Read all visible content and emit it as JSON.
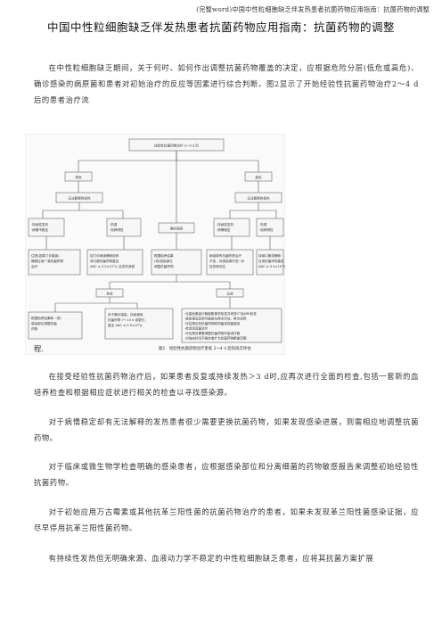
{
  "running_head": "(完整word)中国中性粒细胞缺乏伴发热患者抗菌药物应用指南：抗菌药物的调整",
  "title": "中国中性粒细胞缺乏伴发热患者抗菌药物应用指南：抗菌药物的调整",
  "intro": "在中性粒细胞缺乏期间，关于何时、如何作出调整抗菌药物覆盖的决定，应根据危险分层(低危或高危)、确诊感染的病原菌和患者对初始治疗的反应等因素进行综合判断。图2显示了开始经验性抗菌药物治疗2～4 d后的患者治疗流",
  "intro_tail": "程.",
  "figure": {
    "caption_label": "图2",
    "caption_text": "经验性抗菌药物治疗患者 2～4 d 后的再次评估",
    "top": "经验性抗菌药物治疗 2～4 d 后",
    "low_risk": "低危",
    "high_risk": "高危",
    "low_unexplained": "无法解释的发热",
    "high_unexplained": "无法解释的发热",
    "low_b1": "·持续性发热\n·病情不稳定",
    "low_b2": "·热退\n·培养阴性",
    "center": "确诊感染",
    "high_b1": "·持续性发热\n·病情稳定",
    "high_b2": "·热退\n·培养阴性",
    "r1": "住院(如果门诊患者)\n静脉应用广谱抗菌药物\n治疗",
    "r2": "如门诊继续静脉用药\n或口服抗菌药物直至\nANC ≥ 0.5×10⁹/L 且发热消退",
    "r3": "根据培养结果\n(或)感染部位\n调整抗菌药物",
    "r4": "继续原有抗菌药物治疗\n不变，对感染源作进一步\n检查和评估",
    "r5": "持续口服或静脉\n应用抗菌药物直至\nANC ≥ 0.5×10⁹/L",
    "effective": "有效",
    "ineffective": "无效",
    "e1": "根据培养结果和（或）\n感染部位调整抗菌\n药物",
    "e2": "对于确诊感染，持续使用\n抗菌药物 7～14 d 或更长，\n直至 ANC ≥ 0.5×10⁹/L",
    "e3": "·对高危患者行胸部影像学检查并考虑CT及MRI检查\n·感染源及其他可能部位再次评估，再次培养\n·评估是否有抗菌药物耐药菌或真菌感染\n·考虑抗真菌治疗\n·评估是否需要调整抗菌药物剂量或疗程\n·对临床状况不稳定者扩大抗菌药物覆盖范围"
  },
  "paragraphs": [
    "在接受经验性抗菌药物治疗后，如果患者反复或持续发热＞3 d时,应再次进行全面的检查,包括一套新的血培养检查和根据相应症状进行相关的检查以寻找感染源。",
    "对于病情稳定却有无法解释的发热患者很少需要更换抗菌药物，如果发现感染进展，则需相应地调整抗菌药物。",
    "对于临床或微生物学检查明确的感染患者，应根据感染部位和分离细菌的药物敏感报告来调整初始经验性抗菌药物。",
    "对于初始应用万古霉素或其他抗革兰阳性菌的抗菌药物治疗的患者，如果未发现革兰阳性菌感染证据，应尽早停用抗革兰阳性菌药物。",
    "有持续性发热但无明确来源、血液动力学不稳定的中性粒细胞缺乏患者，应将其抗菌方案扩展"
  ],
  "colors": {
    "box_stroke": "#666666",
    "box_fill": "#f6f6f6",
    "text": "#333333"
  }
}
